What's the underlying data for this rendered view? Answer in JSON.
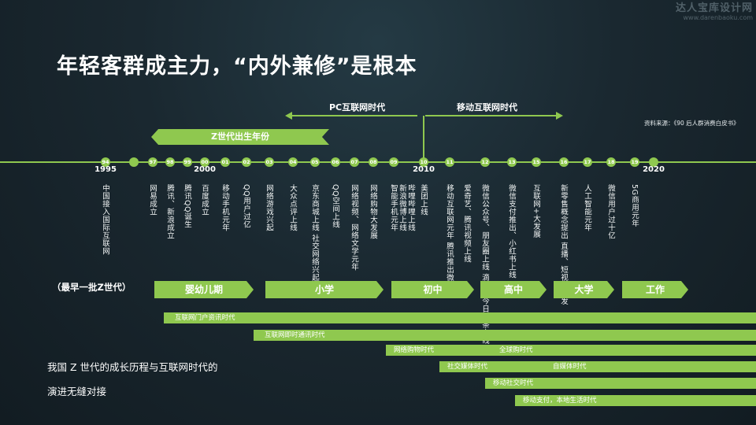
{
  "title": "年轻客群成主力，“内外兼修”是根本",
  "watermark": {
    "line1": "达人宝库设计网",
    "line2": "www.darenbaoku.com"
  },
  "source": "资料来源：《90 后人群消费白皮书》",
  "eras": {
    "pc": "PC互联网时代",
    "mobile": "移动互联网时代"
  },
  "zgen_label": "Z世代出生年份",
  "colors": {
    "accent": "#8fc84f",
    "background": "#1a2830"
  },
  "timeline": [
    {
      "dot": "94",
      "year": "1995",
      "event": "中国接入国际互联网"
    },
    {
      "dot": "",
      "year": "",
      "event": ""
    },
    {
      "dot": "97",
      "year": "",
      "event": "网易成立"
    },
    {
      "dot": "98",
      "year": "",
      "event": "腾讯、新浪成立"
    },
    {
      "dot": "99",
      "year": "",
      "event": "腾讯QQ诞生"
    },
    {
      "dot": "00",
      "year": "2000",
      "event": "百度成立"
    },
    {
      "dot": "01",
      "year": "",
      "event": "移动手机元年"
    },
    {
      "dot": "02",
      "year": "",
      "event": "QQ用户过亿"
    },
    {
      "dot": "03",
      "year": "",
      "event": "网络游戏兴起"
    },
    {
      "dot": "04",
      "year": "",
      "event": "大众点评上线"
    },
    {
      "dot": "05",
      "year": "",
      "event": "京东商城上线 社交网络兴起"
    },
    {
      "dot": "06",
      "year": "",
      "event": "QQ空间上线"
    },
    {
      "dot": "07",
      "year": "",
      "event": "网络视频、网络文学元年"
    },
    {
      "dot": "08",
      "year": "",
      "event": "网络购物大发展"
    },
    {
      "dot": "09",
      "year": "",
      "event": "智能手机元年"
    },
    {
      "dot": "",
      "year": "",
      "event": "新浪微博上线"
    },
    {
      "dot": "",
      "year": "",
      "event": "哔哩哔哩上线"
    },
    {
      "dot": "10",
      "year": "2010",
      "event": "美团上线"
    },
    {
      "dot": "11",
      "year": "",
      "event": "移动互联网元年 腾讯推出微信"
    },
    {
      "dot": "",
      "year": "",
      "event": "爱奇艺、腾讯视频上线"
    },
    {
      "dot": "12",
      "year": "",
      "event": "微信公众号、朋友圈上线 滴滴、今日头条上线"
    },
    {
      "dot": "13",
      "year": "",
      "event": "微信支付推出、小红书上线"
    },
    {
      "dot": "15",
      "year": "",
      "event": "互联网+大发展"
    },
    {
      "dot": "16",
      "year": "",
      "event": "新零售概念提出 直播、短视频爆发"
    },
    {
      "dot": "17",
      "year": "",
      "event": "人工智能元年"
    },
    {
      "dot": "18",
      "year": "",
      "event": "微信用户过十亿"
    },
    {
      "dot": "19",
      "year": "",
      "event": "5G商用元年"
    },
    {
      "dot": "",
      "year": "2020",
      "event": ""
    }
  ],
  "earliest": "（最早一批Z世代）",
  "stages": [
    "婴幼儿期",
    "小学",
    "初中",
    "高中",
    "大学",
    "工作"
  ],
  "bars": [
    {
      "labels": [
        "互联网门户资讯时代"
      ]
    },
    {
      "labels": [
        "互联网即时通讯时代"
      ]
    },
    {
      "labels": [
        "网络购物时代",
        "全球购时代"
      ]
    },
    {
      "labels": [
        "社交媒体时代",
        "自媒体时代"
      ]
    },
    {
      "labels": [
        "移动社交时代"
      ]
    },
    {
      "labels": [
        "移动支付，本地生活时代"
      ]
    }
  ],
  "description": {
    "line1": "我国 Z 世代的成长历程与互联网时代的",
    "line2": "演进无缝对接"
  }
}
